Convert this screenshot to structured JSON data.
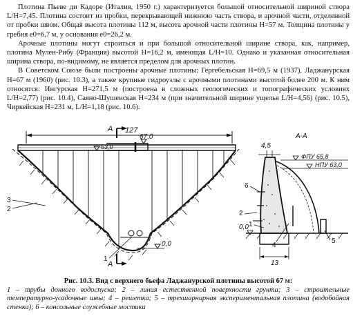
{
  "paragraphs": [
    "Плотина Пьеве ди Кадоре (Италия, 1950 г.) характеризуется большой относительной шириной створа L/H=7,45. Плотина состоит из пробки, перекрывающей нижнюю часть створа, и арочной части, отделенной от пробки швом. Общая высота плотины 112 м, высота арочной части плотины H=57 м. Толщина плотины у гребня e0=6,7 м, у основания e0=26,2 м.",
    "Арочные плотины могут строиться и при большой относительной ширине створа, как, например, плотина Мулен-Рибу (Франция) высотой H=16,2 м, имеющая L/H=10. Однако и указанная относительная ширина створа, по-видимому, не является пределом для арочных плотин.",
    "В Советском Союзе были построены арочные плотины: Гергебельская H=69,5 м (1937), Ладжанурская H=67 м (1960) (рис. 10.3), а также крупные гидроузлы с арочными плотинами высотой более 200 м. К ним относятся: Ингурская H=271,5 м (построена в сложных геологических и топографических условиях L/H=2,77) (рис. 10.4), Саяно-Шушенская H=234 м (при значительной ширине ущелья L/H=4,56) (рис. 10.5), Чиркейская H=231 м, L/H=1,18 (рис. 10.6)."
  ],
  "figure": {
    "labels": {
      "dim_width": "127",
      "section_mark": "А",
      "section_title": "А-А",
      "crest_level": "67,0",
      "crest_level_left": "63,0",
      "bottom_level": "0,0",
      "fpu": "ФПУ 65,8",
      "npu": "НПУ 63,0",
      "dim_top": "4,5",
      "dim_base": "13",
      "n1": "1",
      "n2": "2",
      "n3": "3",
      "n4": "4",
      "n5": "5",
      "n6": "6"
    }
  },
  "caption": {
    "title": "Рис. 10.3. Вид с верхнего бьефа Ладжанурской плотины высотой 67 м:",
    "body": "1 – трубы донного водоспуска; 2 – линия естественной поверхности грунта; 3 – строительные температурно-усадочные швы; 4 – решетка; 5 – трехшарнирная экспериментальная плотина (водобойная стенка); 6 – консольные служебные мостики"
  }
}
